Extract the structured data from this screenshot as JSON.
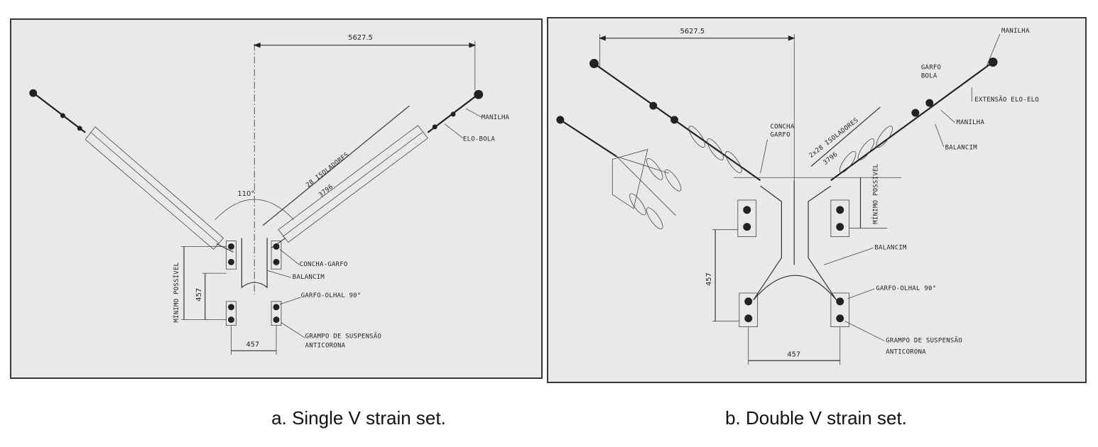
{
  "captions": {
    "a": "a. Single V strain set.",
    "b": "b. Double V strain set."
  },
  "panel_a": {
    "dim_top": "5627.5",
    "insulators": "28 ISOLADORES",
    "insulator_length": "3796",
    "angle": "110°",
    "dim_bottom": "457",
    "dim_vertical": "457",
    "min_possible": "MÍNIMO POSSÍVEL",
    "manilha": "MANILHA",
    "elo_bola": "ELO-BOLA",
    "concha_garfo": "CONCHA-GARFO",
    "balancim": "BALANCIM",
    "garfo_olhal": "GARFO-OLHAL 90°",
    "grampo": "GRAMPO DE SUSPENSÃO",
    "anticorona": "ANTICORONA"
  },
  "panel_b": {
    "dim_top": "5627.5",
    "insulators": "2x28 ISOLADORES",
    "insulator_length": "3796",
    "dim_bottom": "457",
    "dim_vertical": "457",
    "min_possible": "MÍNIMO POSSÍVEL",
    "manilha_top": "MANILHA",
    "garfo_bola_1": "GARFO",
    "garfo_bola_2": "BOLA",
    "extensao": "EXTENSÃO ELO-ELO",
    "manilha": "MANILHA",
    "balancim_top": "BALANCIM",
    "concha_garfo_1": "CONCHA",
    "concha_garfo_2": "GARFO",
    "balancim": "BALANCIM",
    "garfo_olhal": "GARFO-OLHAL 90°",
    "grampo": "GRAMPO DE SUSPENSÃO",
    "anticorona": "ANTICORONA"
  }
}
